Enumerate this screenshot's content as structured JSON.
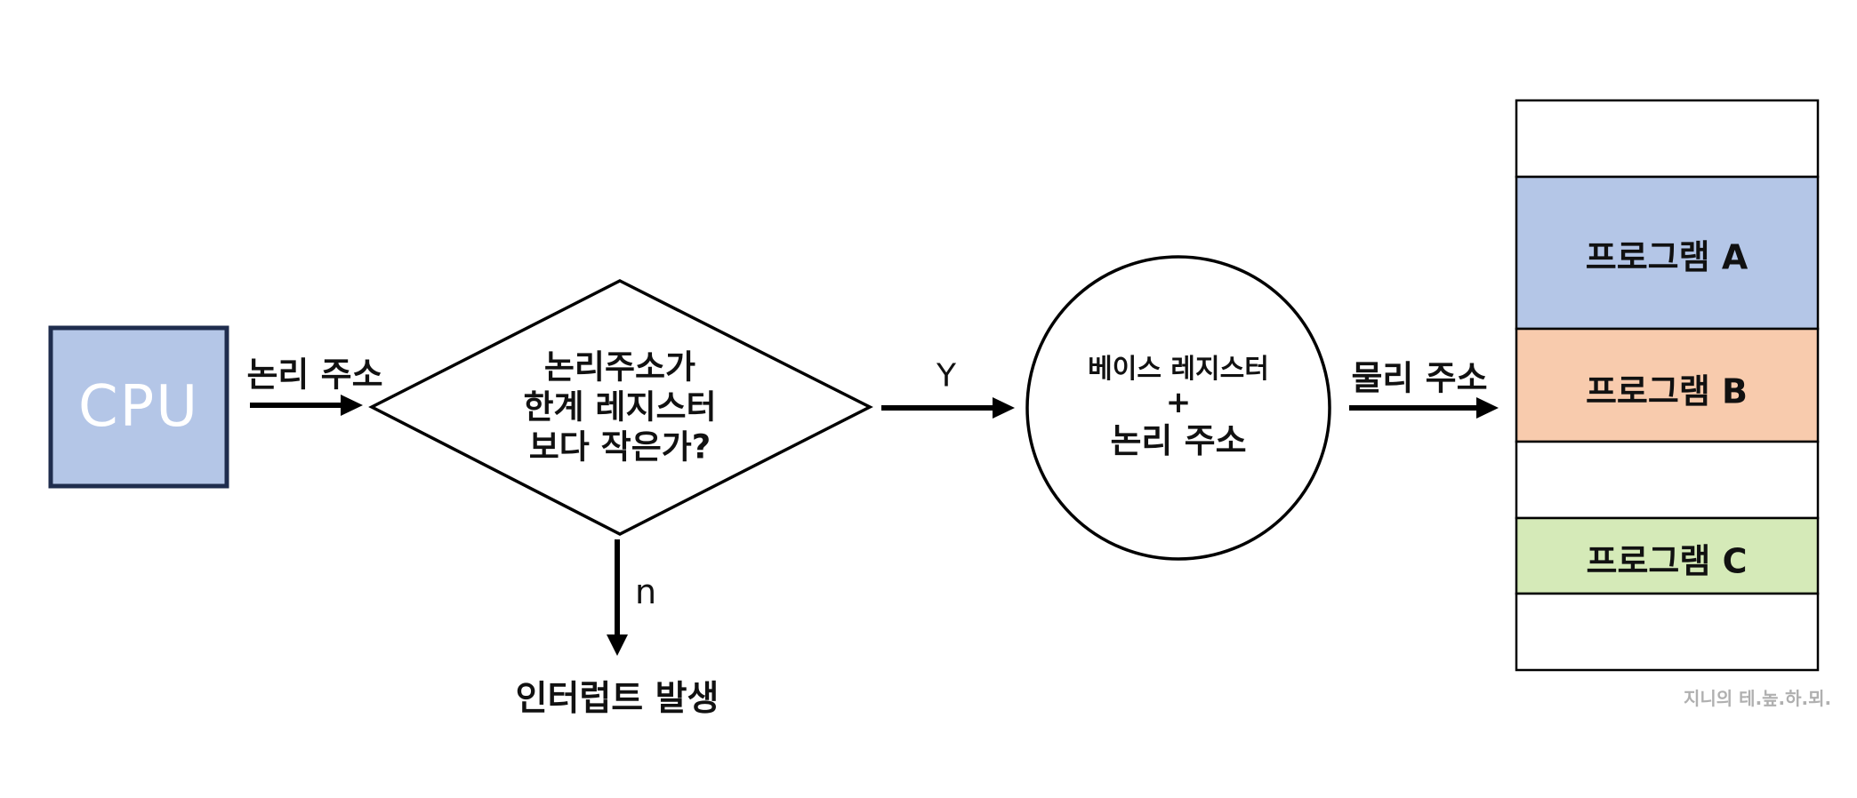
{
  "cpu": {
    "label": "CPU"
  },
  "edge_logical_address": {
    "label": "논리 주소"
  },
  "decision": {
    "line1": "논리주소가",
    "line2": "한계 레지스터",
    "line3": "보다 작은가?"
  },
  "edge_yes": {
    "label": "Y"
  },
  "edge_no": {
    "label": "n"
  },
  "interrupt": {
    "label": "인터럽트 발생"
  },
  "adder": {
    "line1": "베이스 레지스터",
    "plus": "+",
    "line2": "논리 주소"
  },
  "edge_physical_address": {
    "label": "물리 주소"
  },
  "memory": {
    "program_a": "프로그램 A",
    "program_b": "프로그램 B",
    "program_c": "프로그램 C"
  },
  "watermark": {
    "text": "지니의 테.높.하.뫼."
  },
  "colors": {
    "cpu_fill": "#b4c6e7",
    "cpu_border": "#1f2d4e",
    "program_a": "#b4c6e7",
    "program_b": "#f8cbad",
    "program_c": "#d5eab8"
  }
}
